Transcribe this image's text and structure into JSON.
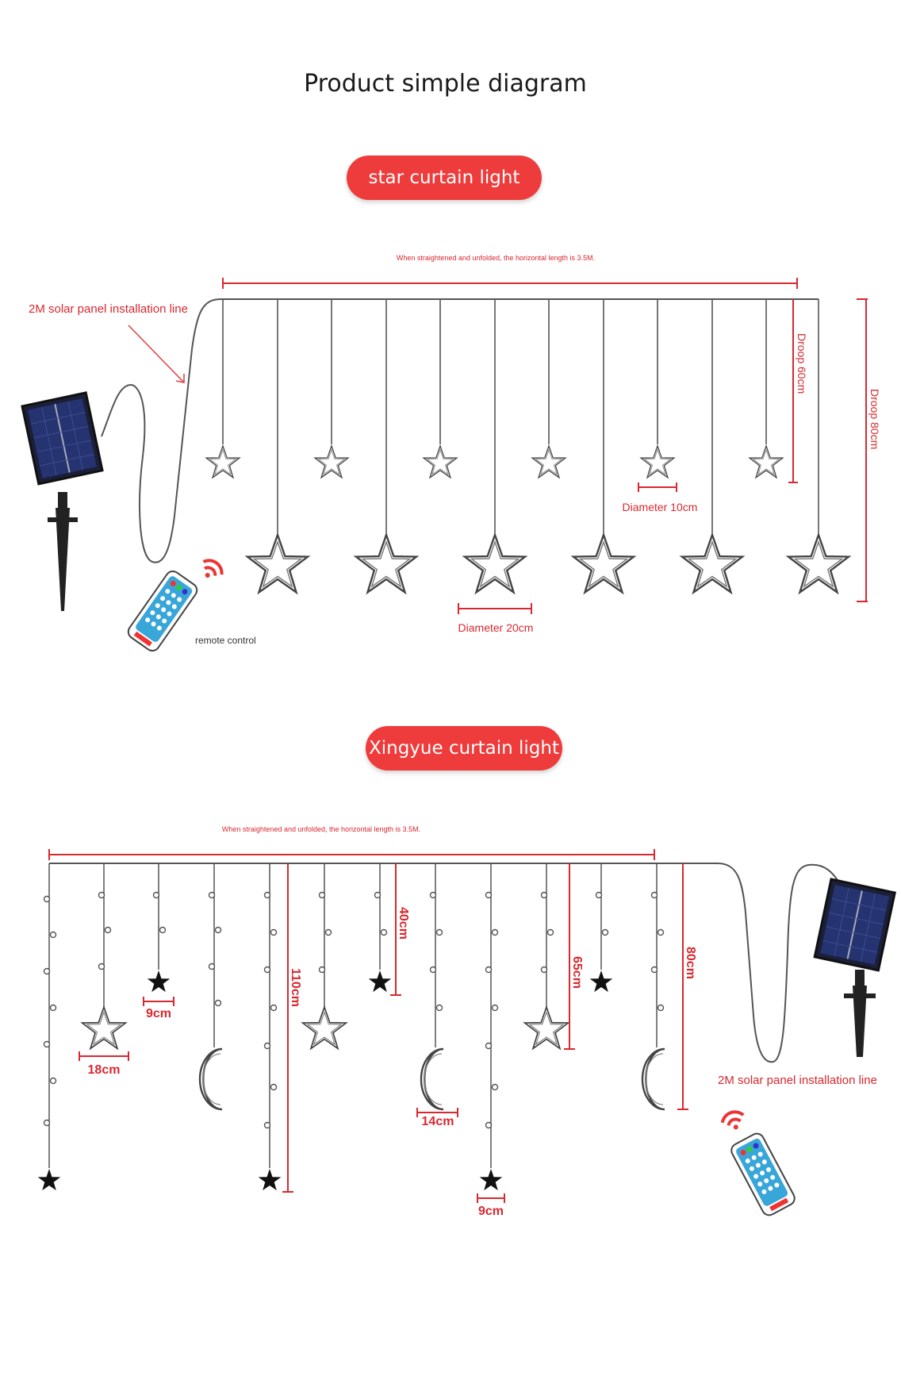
{
  "title": "Product simple diagram",
  "colors": {
    "accent": "#ee3b3b",
    "dimension": "#d9282f",
    "wire": "#555555"
  },
  "section1": {
    "button": "star curtain light",
    "length_note": "When straightened and unfolded, the horizontal length is 3.5M.",
    "solar_label": "2M solar panel installation line",
    "remote_label": "remote control",
    "droop_short": "Droop 60cm",
    "droop_long": "Droop 80cm",
    "small_diameter": "Diameter 10cm",
    "large_diameter": "Diameter 20cm",
    "small_star_count": 6,
    "large_star_count": 6
  },
  "section2": {
    "button": "Xingyue curtain light",
    "length_note": "When straightened and unfolded, the horizontal length is 3.5M.",
    "solar_label": "2M solar panel installation line",
    "dim_40": "40cm",
    "dim_65": "65cm",
    "dim_80": "80cm",
    "dim_110": "110cm",
    "dim_9a": "9cm",
    "dim_9b": "9cm",
    "dim_14": "14cm",
    "dim_18": "18cm"
  },
  "icons": [
    "solar-panel-icon",
    "remote-control-icon",
    "star-icon",
    "moon-icon",
    "wifi-signal-icon"
  ]
}
